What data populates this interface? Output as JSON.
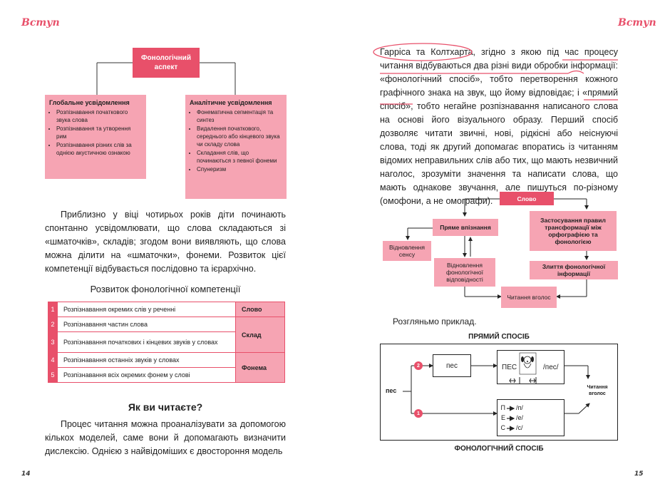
{
  "left": {
    "header": "Вступ",
    "page_number": "14",
    "diagram": {
      "root": "Фонологічний аспект",
      "global": {
        "title": "Глобальне усвідомлення",
        "items": [
          "Розпізнавання початкового звука слова",
          "Розпізнавання та утворення рим",
          "Розпізнавання різних слів за однією акустичною ознакою"
        ]
      },
      "analytic": {
        "title": "Аналітичне усвідомлення",
        "items": [
          "Фонематична сегментація та синтез",
          "Видалення початкового, середнього або кінцевого звука чи складу слова",
          "Складання слів, що починаються з певної фонеми",
          "Спунеризм"
        ]
      }
    },
    "paragraph1": "Приблизно у віці чотирьох років діти починають спонтанно усвідомлювати, що слова складаються зі «шматочків», складів; згодом вони виявляють, що слова можна ділити на «шматочки», фонеми. Розвиток цієї компетенції відбувається послідовно та ієрархічно.",
    "table_title": "Розвиток фонологічної компетенції",
    "table_rows": [
      {
        "n": "1",
        "text": "Розпізнавання окремих слів у реченні"
      },
      {
        "n": "2",
        "text": "Розпізнавання частин слова"
      },
      {
        "n": "3",
        "text": "Розпізнавання початкових і кінцевих звуків у словах"
      },
      {
        "n": "4",
        "text": "Розпізнавання останніх звуків у словах"
      },
      {
        "n": "5",
        "text": "Розпізнавання всіх окремих фонем у слові"
      }
    ],
    "table_cats": [
      "Слово",
      "Склад",
      "Фонема"
    ],
    "heading": "Як ви читаєте?",
    "paragraph2": "Процес читання можна проаналізувати за допомогою кількох моделей, саме вони й допомагають визначити дислексію. Однією з найвідоміших є двостороння модель"
  },
  "right": {
    "header": "Вступ",
    "page_number": "15",
    "paragraph1": "Гарріса та Колтхарта, згідно з якою під час процесу читання відбуваються два різні види обробки інформації: «фонологічний спосіб», тобто перетворення кожного графічного знака на звук, що йому відповідає; і «прямий спосіб», тобто негайне розпізнавання написаного слова на основі його візуального образу. Перший спосіб дозволяє читати звичні, нові, рідкісні або неіснуючі слова, тоді як другий допомагає впоратись із читанням відомих неправильних слів або тих, що мають незвичний наголос, зрозуміти значення та написати слова, що мають однакове звучання, але пишуться по-різному (омофони, а не омографи).",
    "flow": {
      "slovo": "Слово",
      "direct": "Пряме впізнання",
      "rules": "Застосування правил трансформації між орфографією та фонологією",
      "meaning": "Відновлення сенсу",
      "phon_match": "Відновлення фонологічної відповідності",
      "merge": "Злиття фонологічної інформації",
      "aloud": "Читання вголос"
    },
    "example": "Розгляньмо приклад.",
    "diagram2": {
      "top_title": "ПРЯМИЙ СПОСІБ",
      "bottom_title": "ФОНОЛОГІЧНИЙ СПОСІБ",
      "input": "пес",
      "badge_top": "2",
      "badge_bottom": "1",
      "box_word": "пес",
      "pes_upper": "ПЕС",
      "pes_phon": "/пес/",
      "output": "Читання вголос",
      "letters": [
        {
          "l": "П",
          "p": "/п/"
        },
        {
          "l": "Е",
          "p": "/е/"
        },
        {
          "l": "С",
          "p": "/с/"
        }
      ]
    },
    "colors": {
      "accent": "#e8506a",
      "light": "#f6a4b3"
    }
  }
}
